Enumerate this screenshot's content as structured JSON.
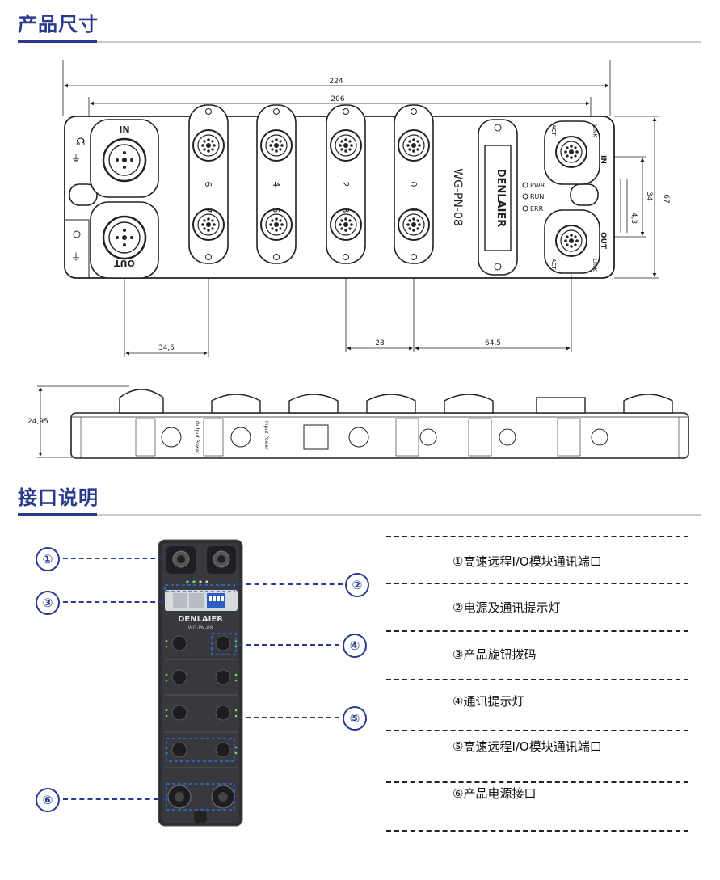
{
  "sections": {
    "dimensions_title": "产品尺寸",
    "interface_title": "接口说明"
  },
  "dimensions": {
    "overall_length": "224",
    "mount_length": "206",
    "height_total": "67",
    "height_inner": "34",
    "hole_offset": "4,3",
    "port_pitch_a": "34,5",
    "port_pitch_b": "28",
    "port_pitch_c": "64,5",
    "side_height": "24,95"
  },
  "device": {
    "model": "WG-PN-08",
    "brand": "DENLAIER",
    "in_label": "IN",
    "out_label": "OUT",
    "leds": [
      "PWR",
      "RUN",
      "ERR"
    ],
    "port_numbers": [
      "6",
      "7",
      "4",
      "5",
      "2",
      "3",
      "0",
      "1"
    ],
    "act": "ACT",
    "link": "LINK"
  },
  "side_labels": {
    "output_power": "Output Power",
    "input_power": "Input Power"
  },
  "photo": {
    "brand": "DENLAIER",
    "model": "WG-PN-08"
  },
  "callouts": [
    "①",
    "②",
    "③",
    "④",
    "⑤",
    "⑥"
  ],
  "legend": [
    "①高速远程I/O模块通讯端口",
    "②电源及通讯提示灯",
    "③产品旋钮拨码",
    "④通讯提示灯",
    "⑤高速远程I/O模块通讯端口",
    "⑥产品电源接口"
  ]
}
